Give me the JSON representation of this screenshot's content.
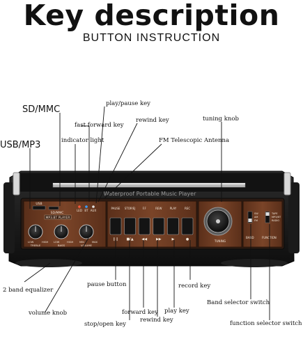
{
  "header": {
    "title": "Key description",
    "subtitle": "BUTTON INSTRUCTION"
  },
  "labels": {
    "sd_mmc": "SD/MMC",
    "usb_mp3": "USB/MP3",
    "indicator_light": "indicator light",
    "fast_forward_key_top": "fast forward key",
    "play_pause_key": "play/pause key",
    "rewind_key_top": "rewind key",
    "fm_antenna": "FM Telescopic Antenna",
    "tuning_knob": "tuning knob",
    "two_band_equalizer": "2 band equalizer",
    "volume_knob": "volume knob",
    "pause_button": "pause button",
    "forward_key": "forward key",
    "stop_open_key": "stop/open key",
    "rewind_key_bottom": "rewind key",
    "play_key": "play key",
    "record_key": "record key",
    "band_selector_switch": "Band selector switch",
    "function_selector_switch": "function selector switch"
  },
  "device": {
    "usb_label": "USB",
    "sdmmc_label": "SD/MMC",
    "player_label": "MP3.BT PLAYER",
    "led_labels": [
      "LED",
      "BT",
      "AUX"
    ],
    "knob_labels": [
      "LOW",
      "HIGH",
      "LOW",
      "HIGH",
      "MIN",
      "MAX"
    ],
    "knob_captions": [
      "TREBLE",
      "BASS",
      "VOLUME"
    ],
    "key_labels": [
      "PAUSE",
      "STOP/EJ",
      "F.F",
      "REW",
      "PLAY",
      "REC"
    ],
    "key_symbols": [
      "❙❙",
      "■/▲",
      "◀◀",
      "▶▶",
      "▶",
      "●"
    ],
    "tuning_caption": "TUNING",
    "band_label": "BAND",
    "function_label": "FUNCTION",
    "band_options": [
      "SW",
      "AM",
      "FM"
    ],
    "function_options": [
      "TAPE",
      "MP3/BT",
      "RADIO"
    ],
    "antenna_text": "Waterproof Portable Music Player"
  },
  "colors": {
    "body": "#1b1b1b",
    "wood_panel": "#6b3a22",
    "wood_dark": "#4a2615",
    "silver": "#c9c9c9",
    "text": "#111111"
  }
}
